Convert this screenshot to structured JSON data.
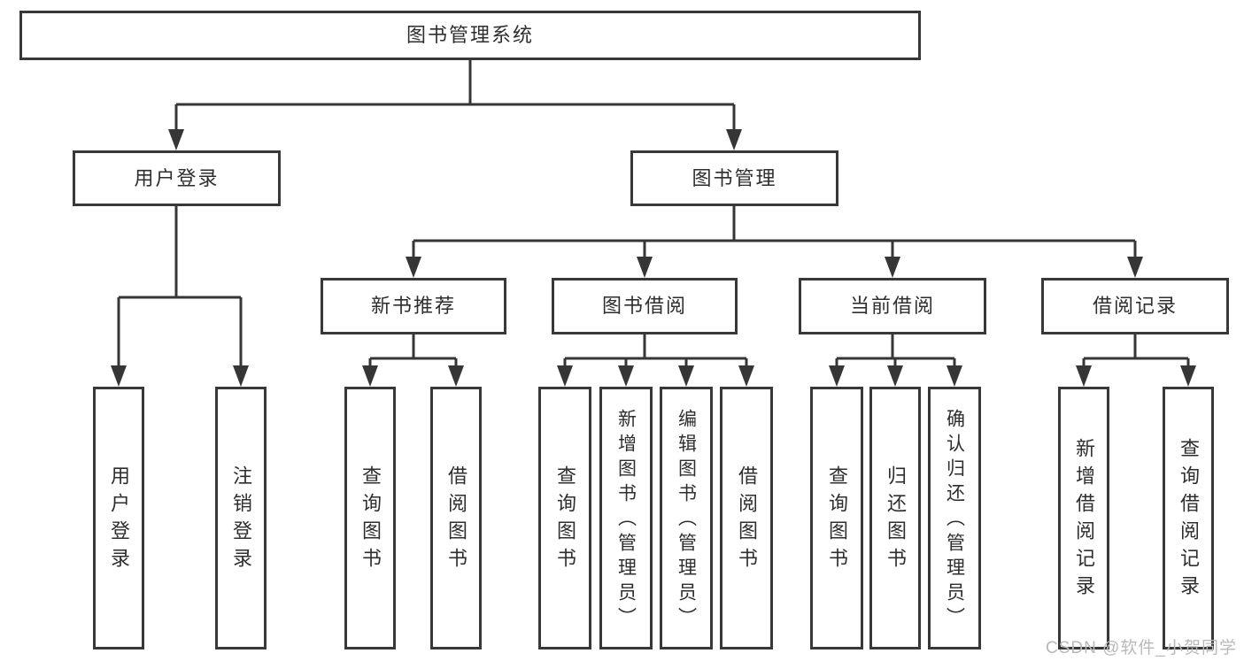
{
  "diagram": {
    "root": {
      "label": "图书管理系统"
    },
    "level2": [
      {
        "id": "user-login",
        "label": "用户登录"
      },
      {
        "id": "book-management",
        "label": "图书管理"
      }
    ],
    "level3": [
      {
        "id": "new-book-recommend",
        "label": "新书推荐"
      },
      {
        "id": "book-borrowing",
        "label": "图书借阅"
      },
      {
        "id": "current-borrowing",
        "label": "当前借阅"
      },
      {
        "id": "borrowing-records",
        "label": "借阅记录"
      }
    ],
    "leaves": [
      {
        "id": "user-login-action",
        "label": "用户登录"
      },
      {
        "id": "logout-action",
        "label": "注销登录"
      },
      {
        "id": "recommend-query-book",
        "label": "查询图书"
      },
      {
        "id": "recommend-borrow-book",
        "label": "借阅图书"
      },
      {
        "id": "borrow-query-book",
        "label": "查询图书"
      },
      {
        "id": "borrow-add-book-admin",
        "label": "新增图书（管理员）"
      },
      {
        "id": "borrow-edit-book-admin",
        "label": "编辑图书（管理员）"
      },
      {
        "id": "borrow-borrow-book",
        "label": "借阅图书"
      },
      {
        "id": "current-query-book",
        "label": "查询图书"
      },
      {
        "id": "current-return-book",
        "label": "归还图书"
      },
      {
        "id": "current-confirm-return-admin",
        "label": "确认归还（管理员）"
      },
      {
        "id": "record-add-record",
        "label": "新增借阅记录"
      },
      {
        "id": "record-query-record",
        "label": "查询借阅记录"
      }
    ]
  },
  "watermark": {
    "text": "CSDN @软件_小贺同学"
  },
  "colors": {
    "line": "#363636",
    "box_border": "#383838",
    "text": "#2e2e2e",
    "watermark": "#b9b9b9",
    "background": "#ffffff"
  }
}
